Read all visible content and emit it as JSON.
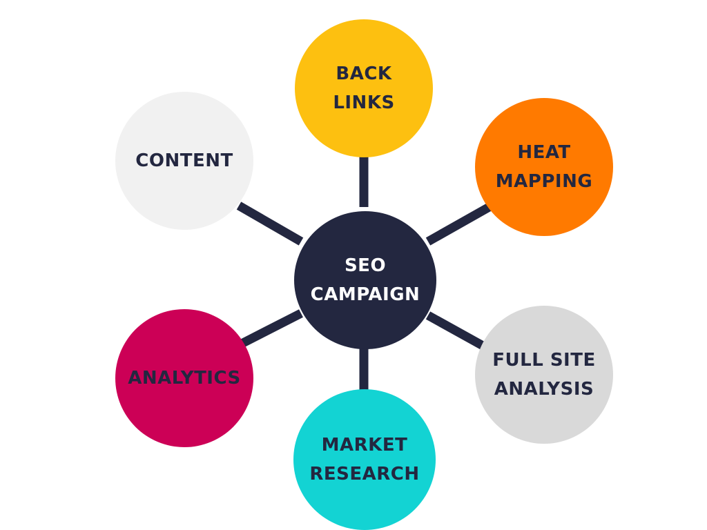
{
  "diagram": {
    "center": {
      "lines": [
        "SEO",
        "CAMPAIGN"
      ],
      "fill": "#232740",
      "text_color": "#ffffff"
    },
    "connector_color": "#232740",
    "nodes": [
      {
        "key": "backlinks",
        "lines": [
          "BACK",
          "LINKS"
        ],
        "fill": "#FDC010",
        "text_color": "#232740"
      },
      {
        "key": "heat",
        "lines": [
          "HEAT",
          "MAPPING"
        ],
        "fill": "#FF7A00",
        "text_color": "#232740"
      },
      {
        "key": "fullsite",
        "lines": [
          "FULL SITE",
          "ANALYSIS"
        ],
        "fill": "#D9D9D9",
        "text_color": "#232740"
      },
      {
        "key": "market",
        "lines": [
          "MARKET",
          "RESEARCH"
        ],
        "fill": "#13D3D3",
        "text_color": "#232740"
      },
      {
        "key": "analytics",
        "lines": [
          "ANALYTICS"
        ],
        "fill": "#CC0056",
        "text_color": "#232740"
      },
      {
        "key": "content",
        "lines": [
          "CONTENT"
        ],
        "fill": "#F1F1F1",
        "text_color": "#232740"
      }
    ]
  }
}
